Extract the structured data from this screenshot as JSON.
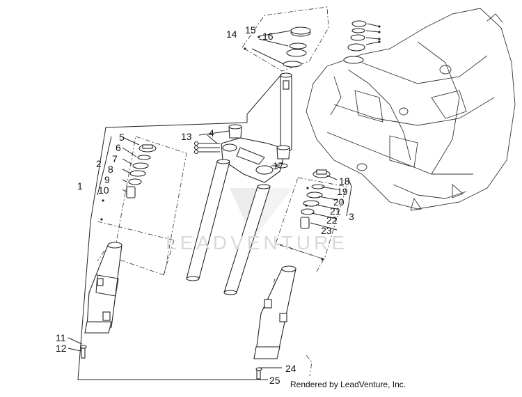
{
  "diagram": {
    "watermark": "LEADVENTURE",
    "credit": "Rendered by LeadVenture, Inc.",
    "callouts": [
      "1",
      "2",
      "3",
      "4",
      "5",
      "6",
      "7",
      "8",
      "9",
      "10",
      "11",
      "12",
      "13",
      "14",
      "15",
      "16",
      "17",
      "18",
      "19",
      "20",
      "21",
      "22",
      "23",
      "24",
      "25"
    ]
  }
}
